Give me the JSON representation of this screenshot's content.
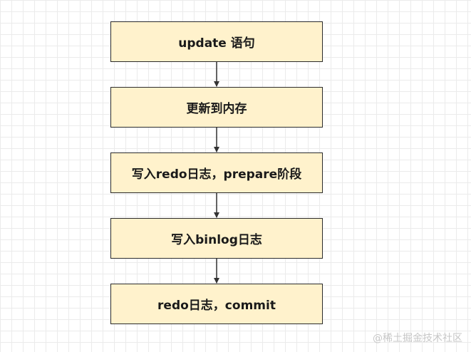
{
  "diagram": {
    "steps": [
      {
        "label": "update 语句"
      },
      {
        "label": "更新到内存"
      },
      {
        "label": "写入redo日志，prepare阶段"
      },
      {
        "label": "写入binlog日志"
      },
      {
        "label": "redo日志，commit"
      }
    ],
    "colors": {
      "box_fill": "#fff2cc",
      "box_border": "#2b2b2b",
      "arrow": "#333333"
    }
  },
  "watermark": "@稀土掘金技术社区"
}
